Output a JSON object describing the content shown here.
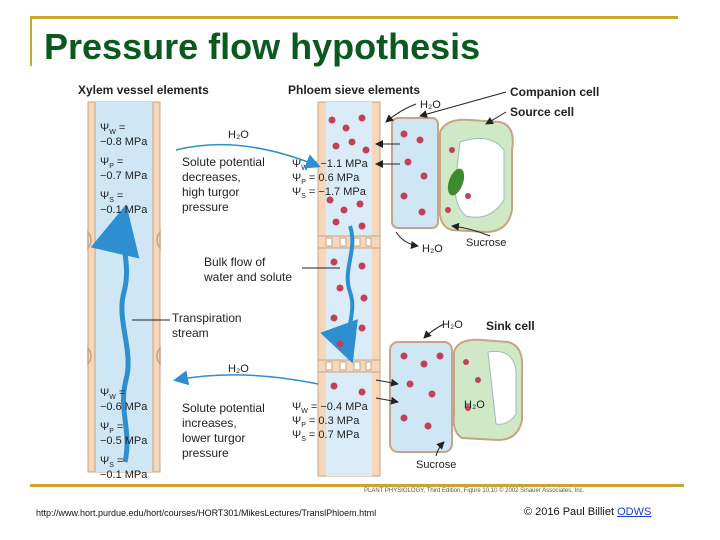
{
  "title": "Pressure flow hypothesis",
  "diagram": {
    "xylem_header": "Xylem vessel elements",
    "phloem_header": "Phloem sieve elements",
    "companion_cell": "Companion cell",
    "source_cell": "Source cell",
    "sink_cell": "Sink cell",
    "h2o": "H₂O",
    "sucrose": "Sucrose",
    "source_text": [
      "Solute potential",
      "decreases,",
      "high turgor",
      "pressure"
    ],
    "bulk_flow": [
      "Bulk flow of",
      "water and solute"
    ],
    "transpiration": [
      "Transpiration",
      "stream"
    ],
    "sink_text": [
      "Solute potential",
      "increases,",
      "lower turgor",
      "pressure"
    ],
    "xylem_top": {
      "w_sym": "Ψ",
      "w_sub": "W",
      "w_val": "−0.8 MPa",
      "p_sym": "Ψ",
      "p_sub": "P",
      "p_val": "−0.7 MPa",
      "s_sym": "Ψ",
      "s_sub": "S",
      "s_val": "−0.1 MPa"
    },
    "xylem_bottom": {
      "w_sym": "Ψ",
      "w_sub": "W",
      "w_val": "−0.6 MPa",
      "p_sym": "Ψ",
      "p_sub": "P",
      "p_val": "−0.5 MPa",
      "s_sym": "Ψ",
      "s_sub": "S",
      "s_val": "−0.1 MPa"
    },
    "phloem_top": {
      "w_sym": "Ψ",
      "w_sub": "W",
      "w_val": "−1.1 MPa",
      "p_sym": "Ψ",
      "p_sub": "P",
      "p_val": "0.6 MPa",
      "s_sym": "Ψ",
      "s_sub": "S",
      "s_val": "−1.7 MPa"
    },
    "phloem_bottom": {
      "w_sym": "Ψ",
      "w_sub": "W",
      "w_val": "−0.4 MPa",
      "p_sym": "Ψ",
      "p_sub": "P",
      "p_val": "0.3 MPa",
      "s_sym": "Ψ",
      "s_sub": "S",
      "s_val": "0.7 MPa"
    }
  },
  "credit": "PLANT PHYSIOLOGY, Third Edition, Figure 10.10 © 2002 Sinauer Associates, Inc.",
  "footer": {
    "url": "http://www.hort.purdue.edu/hort/courses/HORT301/MikesLectures/TranslPhloem.html",
    "copyright": "© 2016 Paul Billiet",
    "link": "ODWS"
  },
  "colors": {
    "title_green": "#0a5a20",
    "gold_rule": "#c8a72c",
    "vessel_wall": "#f6d7b9",
    "vessel_interior": "#cfe6f5",
    "flow_blue": "#2d8fd0",
    "sucrose_dot": "#c2405a",
    "cell_green": "#cfe8c6",
    "chloroplast": "#3e8a2e"
  }
}
